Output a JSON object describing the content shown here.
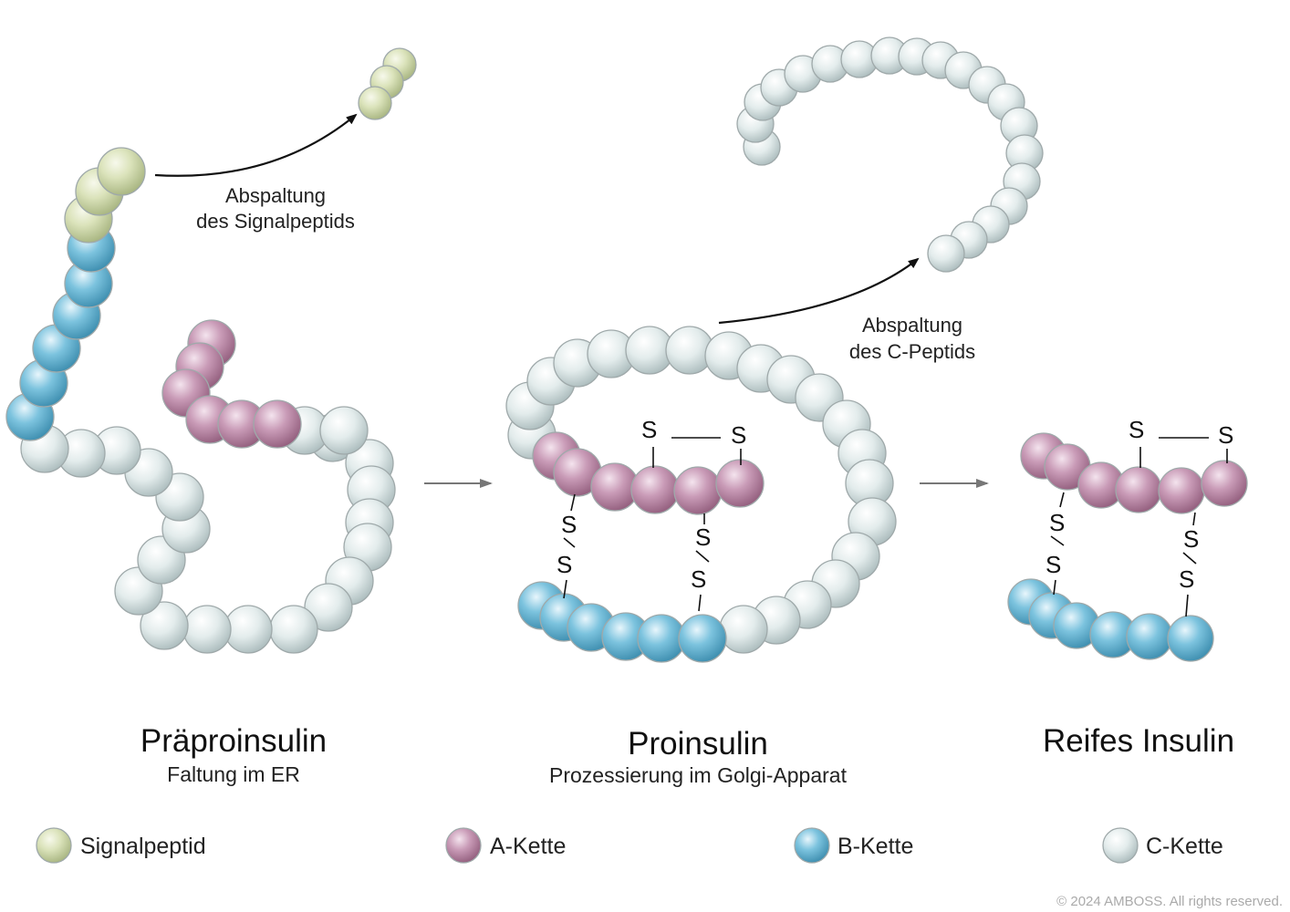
{
  "colors": {
    "signalpeptid": "#c8d2a0",
    "a_kette": "#bd8aa8",
    "b_kette": "#6cb9d6",
    "c_kette": "#d6e3e4"
  },
  "stages": [
    {
      "title": "Präproinsulin",
      "subtitle": "Faltung im ER"
    },
    {
      "title": "Proinsulin",
      "subtitle": "Prozessierung im  Golgi-Apparat"
    },
    {
      "title": "Reifes Insulin"
    }
  ],
  "annotations": {
    "signal_1": "Abspaltung",
    "signal_2": "des Signalpeptids",
    "cpep_1": "Abspaltung",
    "cpep_2": "des C-Peptids"
  },
  "sulfur": "S",
  "legend": [
    {
      "label": "Signalpeptid",
      "color_key": "signalpeptid"
    },
    {
      "label": "A-Kette",
      "color_key": "a_kette"
    },
    {
      "label": "B-Kette",
      "color_key": "b_kette"
    },
    {
      "label": "C-Kette",
      "color_key": "c_kette"
    }
  ],
  "copyright": "© 2024 AMBOSS. All rights reserved."
}
